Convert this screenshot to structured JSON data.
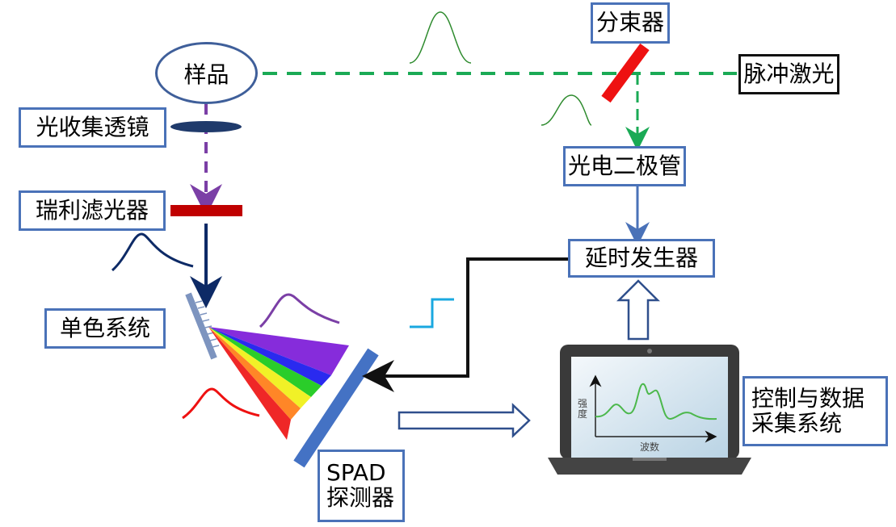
{
  "title": "Time-gated Raman spectroscopy system with SPAD detector",
  "nodes": {
    "sample": "样品",
    "collection_lens": "光收集透镜",
    "rayleigh_filter": "瑞利滤光器",
    "monochromator": "单色系统",
    "spad_line1": "SPAD",
    "spad_line2": "探测器",
    "beam_splitter": "分束器",
    "pulsed_laser": "脉冲激光",
    "photodiode": "光电二极管",
    "delay_generator": "延时发生器",
    "control_line1": "控制与数据",
    "control_line2": "采集系统"
  },
  "laptop_screen": {
    "ylabel_line1": "强",
    "ylabel_line2": "度",
    "xlabel": "波数"
  },
  "colors": {
    "box_border": "#4a72b8",
    "laser_path": "#1aaa55",
    "scatter_path": "#7b3fa6",
    "signal_path": "#0d2a66",
    "beam_splitter": "#ee1111",
    "rayleigh_filter": "#c00000",
    "spad": "#4472c4",
    "trigger_step": "#1aa8e0"
  }
}
